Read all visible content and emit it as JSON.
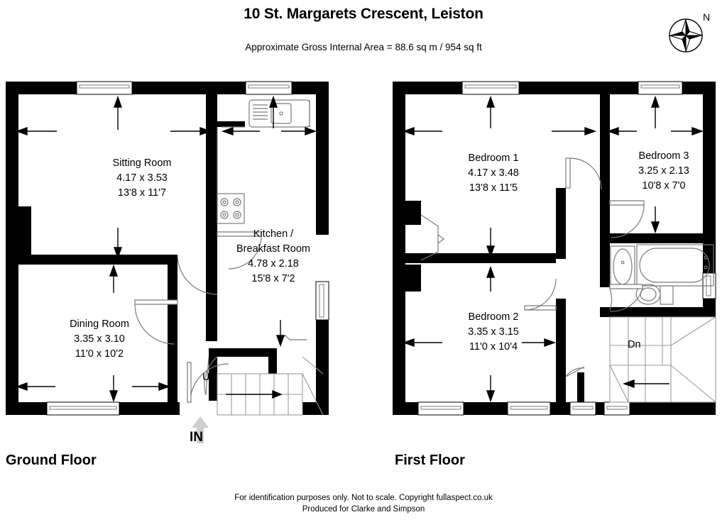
{
  "header": {
    "title": "10 St. Margarets Crescent, Leiston",
    "subtitle": "Approximate Gross Internal Area = 88.6 sq m / 954 sq ft"
  },
  "compass": {
    "north_label": "N",
    "icon": "compass-rose-icon"
  },
  "floors": [
    {
      "id": "ground",
      "caption": "Ground Floor",
      "rooms": [
        {
          "name": "Sitting Room",
          "metric": "4.17 x 3.53",
          "imperial": "13'8 x 11'7"
        },
        {
          "name": "Dining Room",
          "metric": "3.35 x 3.10",
          "imperial": "11'0 x 10'2"
        },
        {
          "name": "Kitchen /",
          "name2": "Breakfast Room",
          "metric": "4.78 x 2.18",
          "imperial": "15'8 x 7'2"
        }
      ],
      "annotations": {
        "stairs_up": "Up",
        "entrance": "IN"
      }
    },
    {
      "id": "first",
      "caption": "First Floor",
      "rooms": [
        {
          "name": "Bedroom 1",
          "metric": "4.17 x 3.48",
          "imperial": "13'8 x 11'5"
        },
        {
          "name": "Bedroom 2",
          "metric": "3.35 x 3.15",
          "imperial": "11'0 x 10'4"
        },
        {
          "name": "Bedroom 3",
          "metric": "3.25 x 2.13",
          "imperial": "10'8 x 7'0"
        }
      ],
      "annotations": {
        "stairs_down": "Dn"
      }
    }
  ],
  "footer": {
    "line1": "For identification purposes only. Not to scale. Copyright fullaspect.co.uk",
    "line2": "Produced for Clarke and Simpson"
  },
  "colors": {
    "wall": "#000000",
    "background": "#ffffff",
    "fixture_line": "#7a7a7a",
    "entrance_arrow": "#cfcfcf"
  }
}
